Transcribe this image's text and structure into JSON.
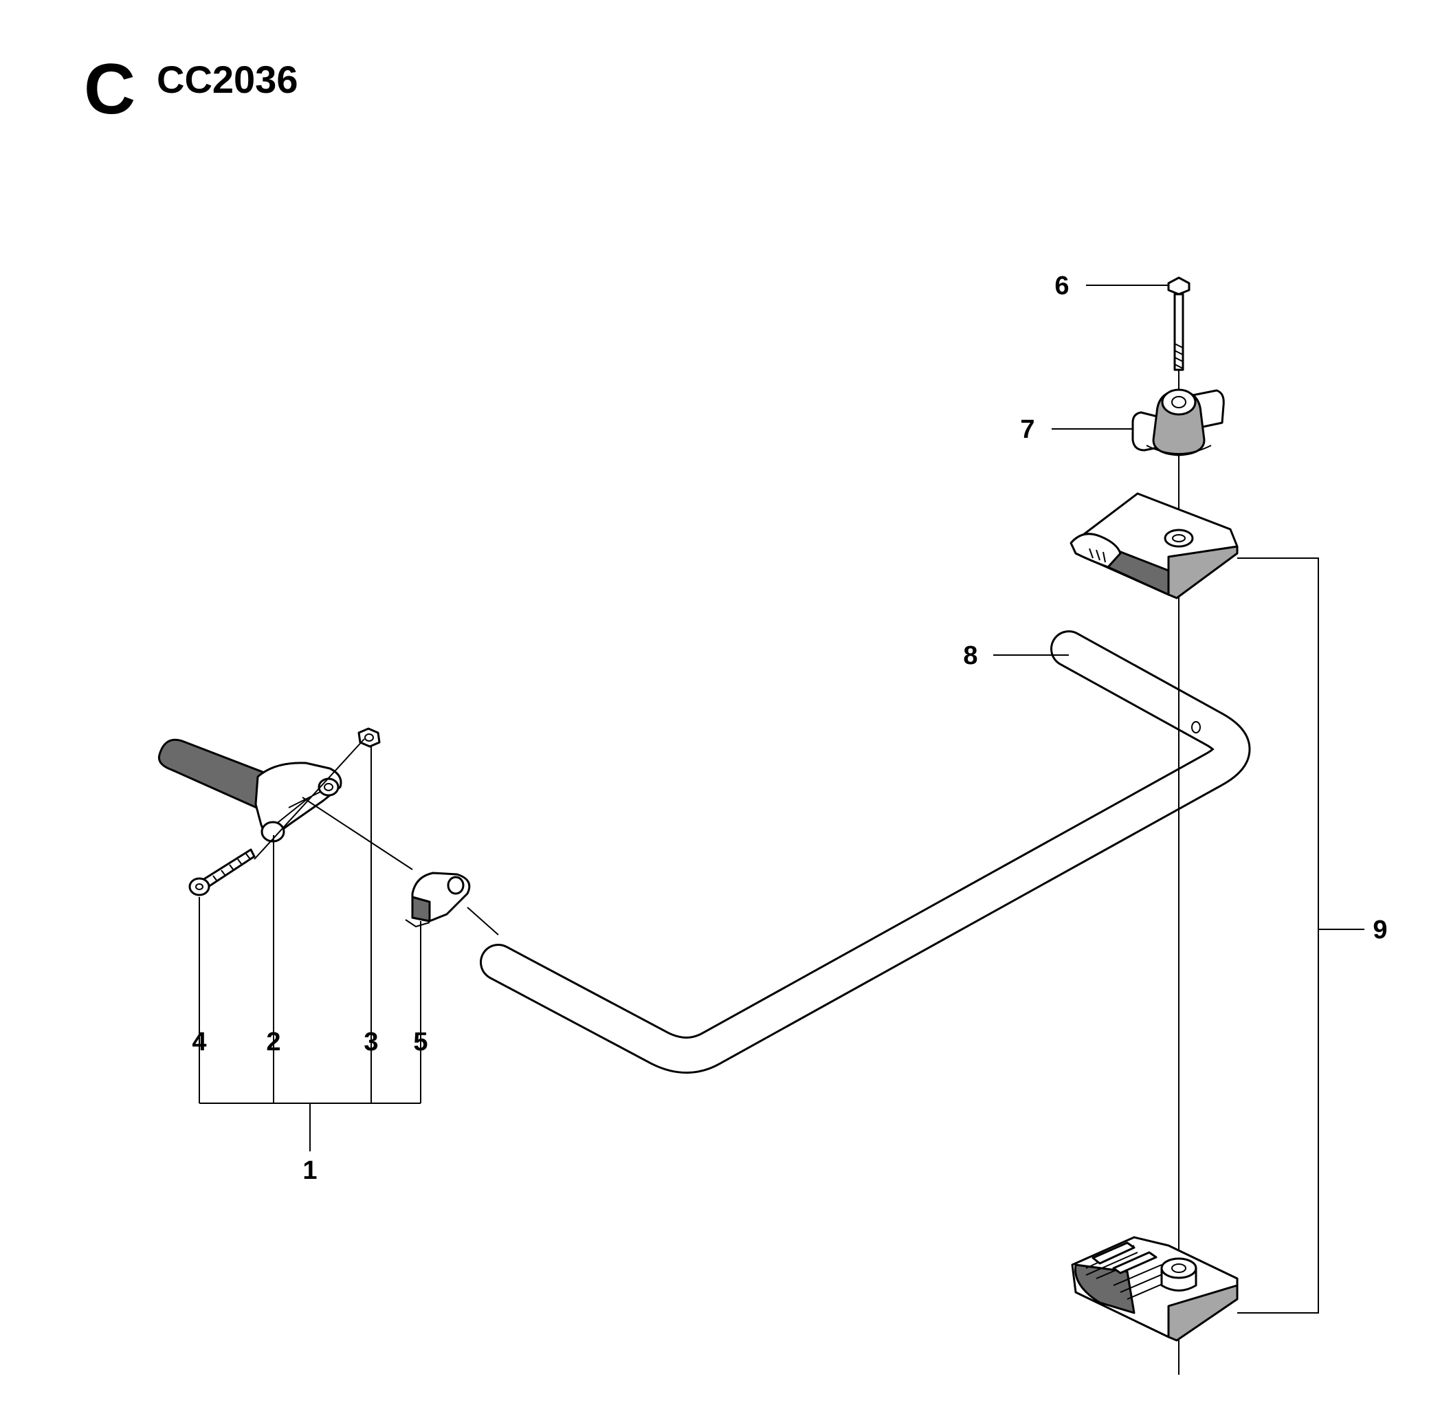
{
  "header": {
    "section_letter": "C",
    "model": "CC2036"
  },
  "callouts": [
    "1",
    "2",
    "3",
    "4",
    "5",
    "6",
    "7",
    "8",
    "9"
  ],
  "colors": {
    "ink": "#000000",
    "shade_dark": "#6a6a6a",
    "shade_mid": "#a6a6a6",
    "background": "#ffffff"
  }
}
